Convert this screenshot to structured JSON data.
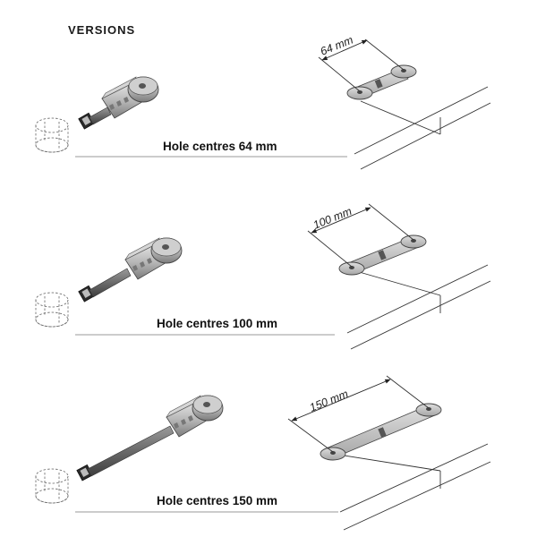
{
  "heading": "VERSIONS",
  "versions": [
    {
      "caption": "Hole centres 64 mm",
      "dimension": "64 mm"
    },
    {
      "caption": "Hole centres 100 mm",
      "dimension": "100 mm"
    },
    {
      "caption": "Hole centres 150 mm",
      "dimension": "150 mm"
    }
  ]
}
